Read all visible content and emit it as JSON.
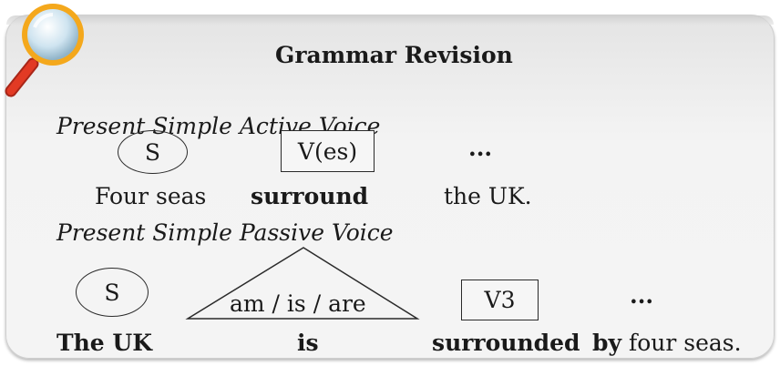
{
  "title": "Grammar Revision",
  "active": {
    "heading": "Present Simple Active Voice",
    "subject_symbol": "S",
    "verb_symbol": "V(es)",
    "rest_symbol": "...",
    "example": {
      "subject": "Four seas",
      "verb": "surround",
      "rest": "the UK."
    }
  },
  "passive": {
    "heading": "Present Simple Passive Voice",
    "subject_symbol": "S",
    "be_symbol": "am / is / are",
    "verb_symbol": "V3",
    "rest_symbol": "...",
    "example": {
      "subject": "The UK",
      "be": "is",
      "verb": "surrounded",
      "by": "by",
      "rest": "four seas."
    }
  },
  "colors": {
    "card": "#f1f1f1",
    "magnifier_rim": "#f4a81c",
    "magnifier_handle": "#e23a24",
    "ink": "#1a1a1a"
  }
}
